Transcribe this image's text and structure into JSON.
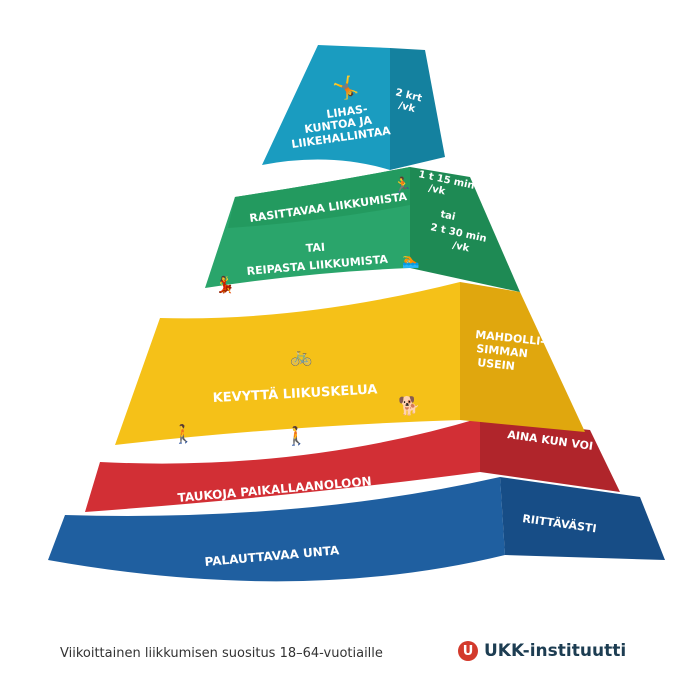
{
  "colors": {
    "top": "#1a9cc0",
    "green": "#2aa56b",
    "yellow": "#f5c118",
    "red": "#d22f35",
    "base": "#1f5fa0"
  },
  "levels": {
    "muscle": {
      "lines": [
        "LIHAS-",
        "KUNTOA JA",
        "LIIKEHALLINTAA"
      ],
      "freq": [
        "2 krt",
        "/vk"
      ]
    },
    "endurance": {
      "line1": "RASITTAVAA LIIKKUMISTA",
      "or": "TAI",
      "line2": "REIPASTA LIIKKUMISTA",
      "freq": [
        "1 t 15 min",
        "/vk",
        "tai",
        "2 t 30 min",
        "/vk"
      ]
    },
    "light": {
      "label": "KEVYTTÄ LIIKUSKELUA",
      "freq": [
        "MAHDOLLI-",
        "SIMMAN",
        "USEIN"
      ]
    },
    "breaks": {
      "label": "TAUKOJA PAIKALLAANOLOON",
      "freq": "AINA KUN VOI"
    },
    "sleep": {
      "label": "PALAUTTAVAA UNTA",
      "freq": "RIITTÄVÄSTI"
    }
  },
  "caption": "Viikoittainen liikkumisen suositus 18–64-vuotiaille",
  "logo": {
    "mark": "U",
    "text": "UKK-instituutti"
  }
}
